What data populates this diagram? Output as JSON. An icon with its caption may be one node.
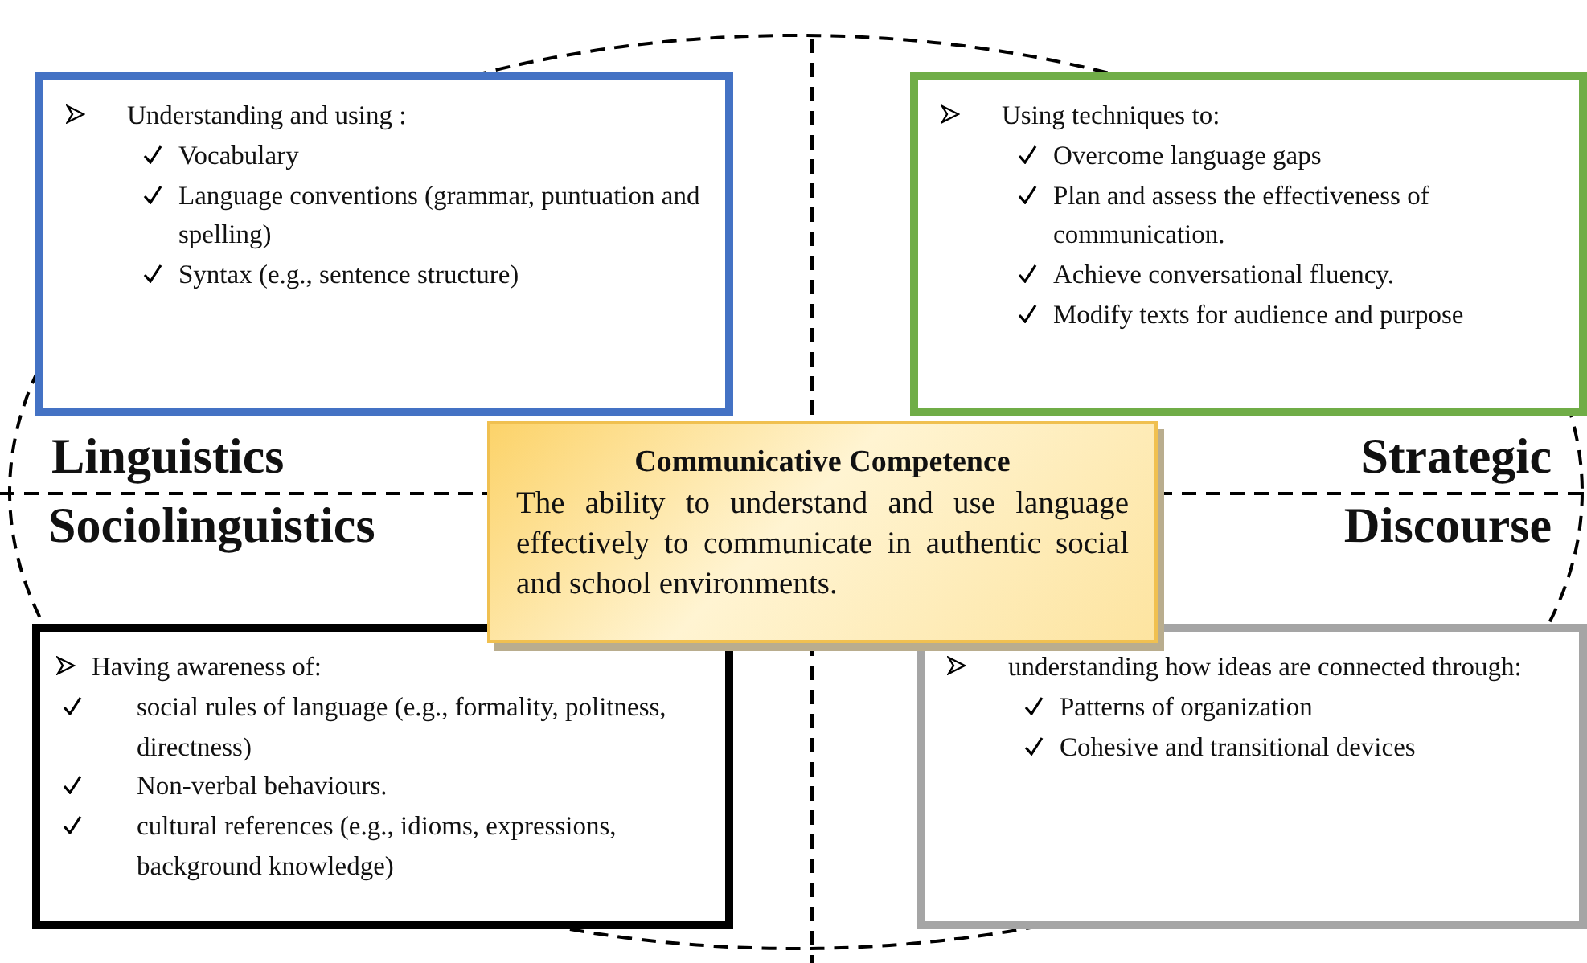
{
  "diagram": {
    "nodes": [
      {
        "text": [
          "Understanding and using :",
          "Vocabulary",
          "Language conventions (grammar, puntuation and spelling)",
          "Syntax (e.g., sentence structure)",
          "Linguistics"
        ]
      },
      {
        "text": [
          "Using techniques to:",
          "Overcome language gaps",
          "Plan and assess the effectiveness of communication.",
          "Achieve conversational fluency.",
          "Modify texts for audience and purpose",
          "Strategic"
        ]
      },
      {
        "text": [
          "Communicative Competence",
          "The ability to understand and use language effectively to communicate in authentic social and school environments."
        ]
      },
      {
        "text": [
          "Sociolinguistics",
          "Having awareness of:",
          "social rules of language (e.g., formality, politness, directness)",
          "Non-verbal behaviours.",
          "cultural references (e.g., idioms, expressions, background knowledge)"
        ]
      },
      {
        "text": [
          "Discourse",
          "understanding how ideas are connected through:",
          "Patterns of organization",
          "Cohesive and transitional devices"
        ]
      }
    ]
  }
}
